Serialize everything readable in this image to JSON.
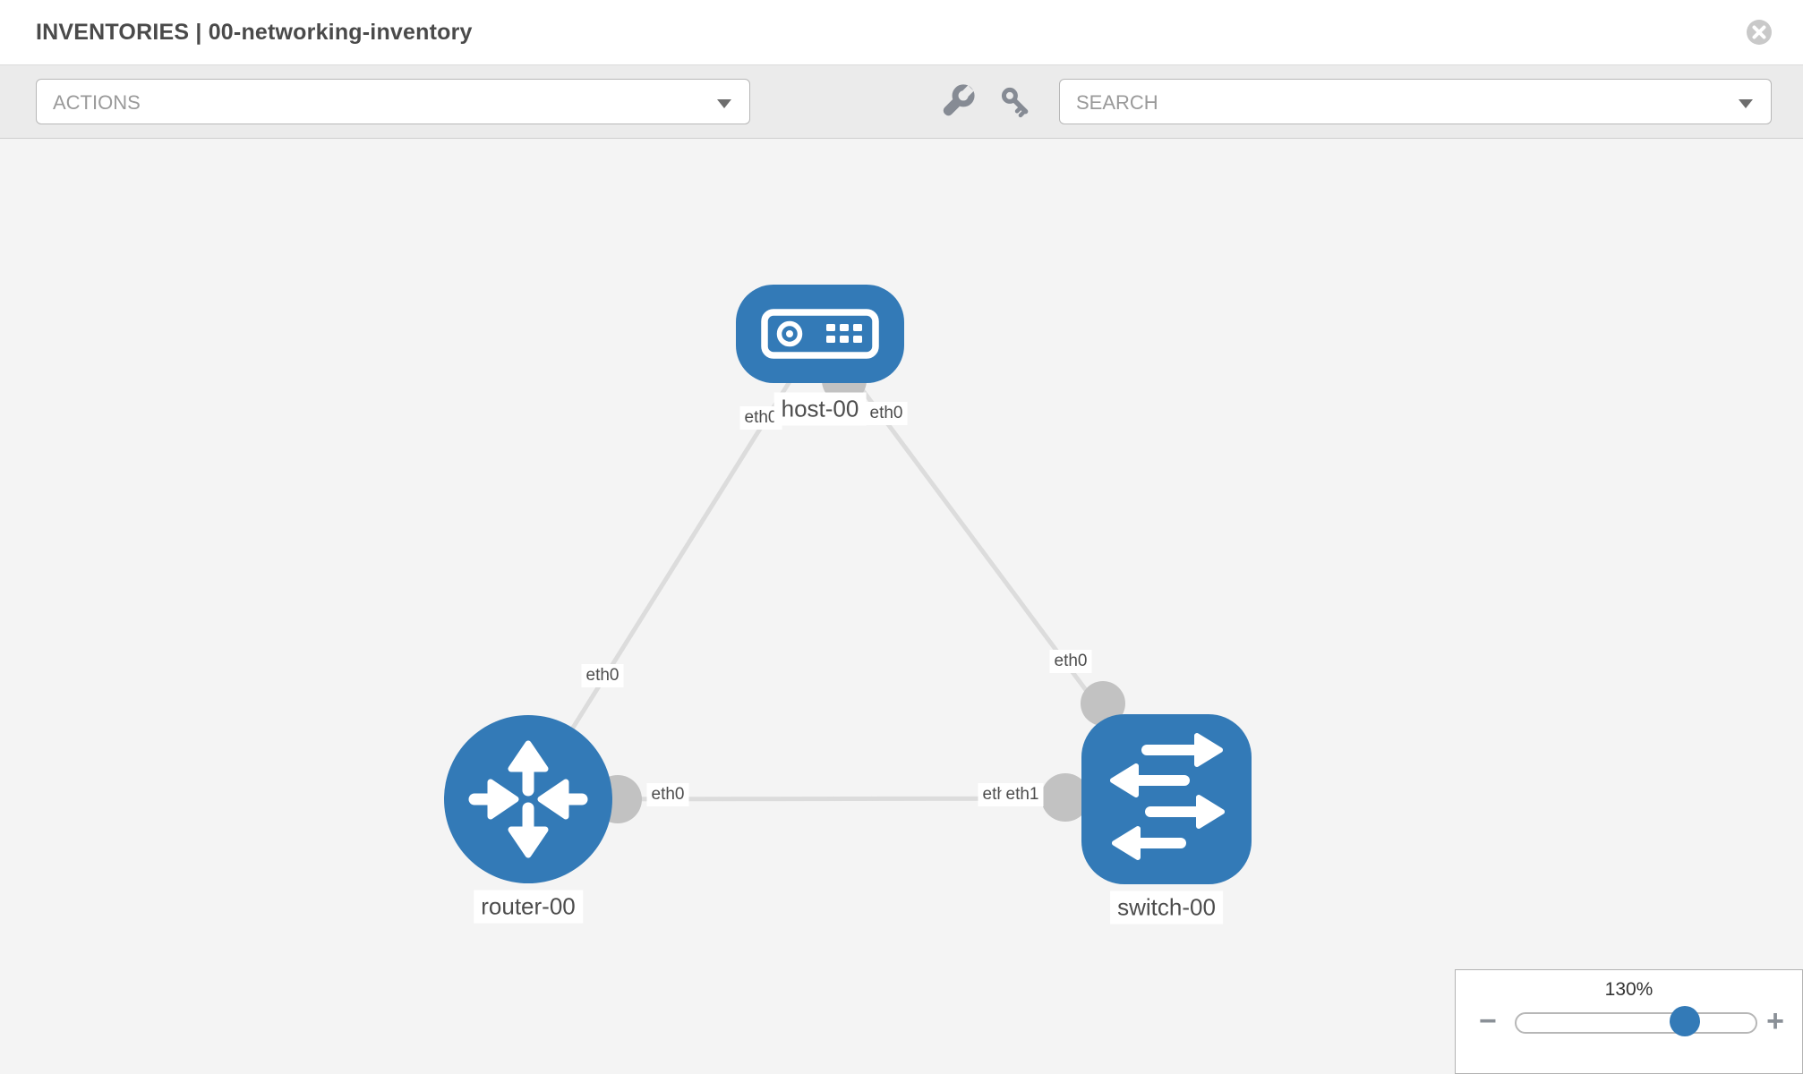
{
  "header": {
    "title": "INVENTORIES | 00-networking-inventory"
  },
  "toolbar": {
    "actions_label": "ACTIONS",
    "search_label": "SEARCH",
    "icon_names": [
      "wrench-icon",
      "key-icon"
    ]
  },
  "graph": {
    "nodes": [
      {
        "id": "host-00",
        "label": "host-00",
        "icon": "server-icon"
      },
      {
        "id": "router-00",
        "label": "router-00",
        "icon": "router-arrows-icon"
      },
      {
        "id": "switch-00",
        "label": "switch-00",
        "icon": "switch-arrows-icon"
      }
    ],
    "links": [
      {
        "source": "host-00",
        "target": "router-00",
        "source_label": "eth0",
        "target_label": "eth0"
      },
      {
        "source": "host-00",
        "target": "switch-00",
        "source_label": "eth0",
        "target_label": "eth0"
      },
      {
        "source": "router-00",
        "target": "switch-00",
        "source_label": "eth0",
        "target_label": "eth1",
        "target_label_occluded": "eth0"
      }
    ]
  },
  "zoom": {
    "level": "130%",
    "minus_glyph": "−",
    "plus_glyph": "+"
  },
  "colors": {
    "node_blue": "#337ab7",
    "link_gray": "#dcdcdc",
    "port_gray": "#c2c2c2",
    "canvas_bg": "#f4f4f4",
    "toolbar_bg": "#ebebeb"
  }
}
